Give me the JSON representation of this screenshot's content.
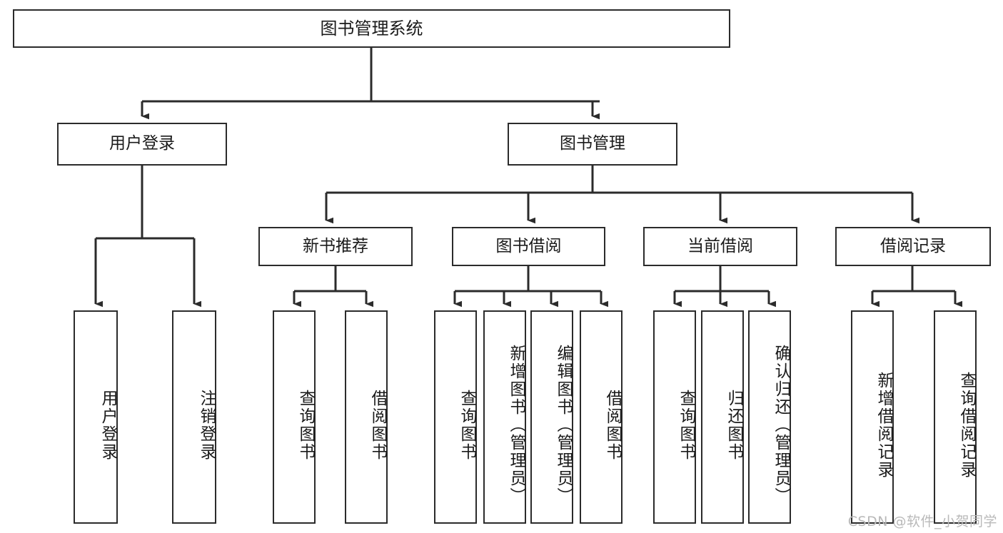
{
  "diagram": {
    "title": "图书管理系统",
    "type": "tree",
    "watermark": "CSDN @软件_小贺同学",
    "colors": {
      "box_border": "#2b2b2b",
      "box_fill": "#ffffff",
      "line": "#2b2b2b",
      "text": "#1a1a1a",
      "watermark": "#b9b9b9",
      "background": "#ffffff"
    },
    "levels": {
      "level1": [
        {
          "id": "root",
          "label": "图书管理系统"
        }
      ],
      "level2": [
        {
          "id": "user-login",
          "label": "用户登录"
        },
        {
          "id": "book-manage",
          "label": "图书管理"
        }
      ],
      "level3": [
        {
          "id": "new-book-recommend",
          "label": "新书推荐",
          "parent": "book-manage"
        },
        {
          "id": "book-borrow",
          "label": "图书借阅",
          "parent": "book-manage"
        },
        {
          "id": "current-borrow",
          "label": "当前借阅",
          "parent": "book-manage"
        },
        {
          "id": "borrow-record",
          "label": "借阅记录",
          "parent": "book-manage"
        }
      ],
      "level4": [
        {
          "id": "leaf-user-login",
          "label": "用户登录",
          "parent": "user-login"
        },
        {
          "id": "leaf-user-logout",
          "label": "注销登录",
          "parent": "user-login"
        },
        {
          "id": "leaf-query-book-1",
          "label": "查询图书",
          "parent": "new-book-recommend"
        },
        {
          "id": "leaf-borrow-book-1",
          "label": "借阅图书",
          "parent": "new-book-recommend"
        },
        {
          "id": "leaf-query-book-2",
          "label": "查询图书",
          "parent": "book-borrow"
        },
        {
          "id": "leaf-add-book",
          "label": "新增图书（管理员）",
          "parent": "book-borrow"
        },
        {
          "id": "leaf-edit-book",
          "label": "编辑图书（管理员）",
          "parent": "book-borrow"
        },
        {
          "id": "leaf-borrow-book-2",
          "label": "借阅图书",
          "parent": "book-borrow"
        },
        {
          "id": "leaf-query-book-3",
          "label": "查询图书",
          "parent": "current-borrow"
        },
        {
          "id": "leaf-return-book",
          "label": "归还图书",
          "parent": "current-borrow"
        },
        {
          "id": "leaf-confirm-return",
          "label": "确认归还（管理员）",
          "parent": "current-borrow"
        },
        {
          "id": "leaf-add-record",
          "label": "新增借阅记录",
          "parent": "borrow-record"
        },
        {
          "id": "leaf-query-record",
          "label": "查询借阅记录",
          "parent": "borrow-record"
        }
      ]
    }
  }
}
